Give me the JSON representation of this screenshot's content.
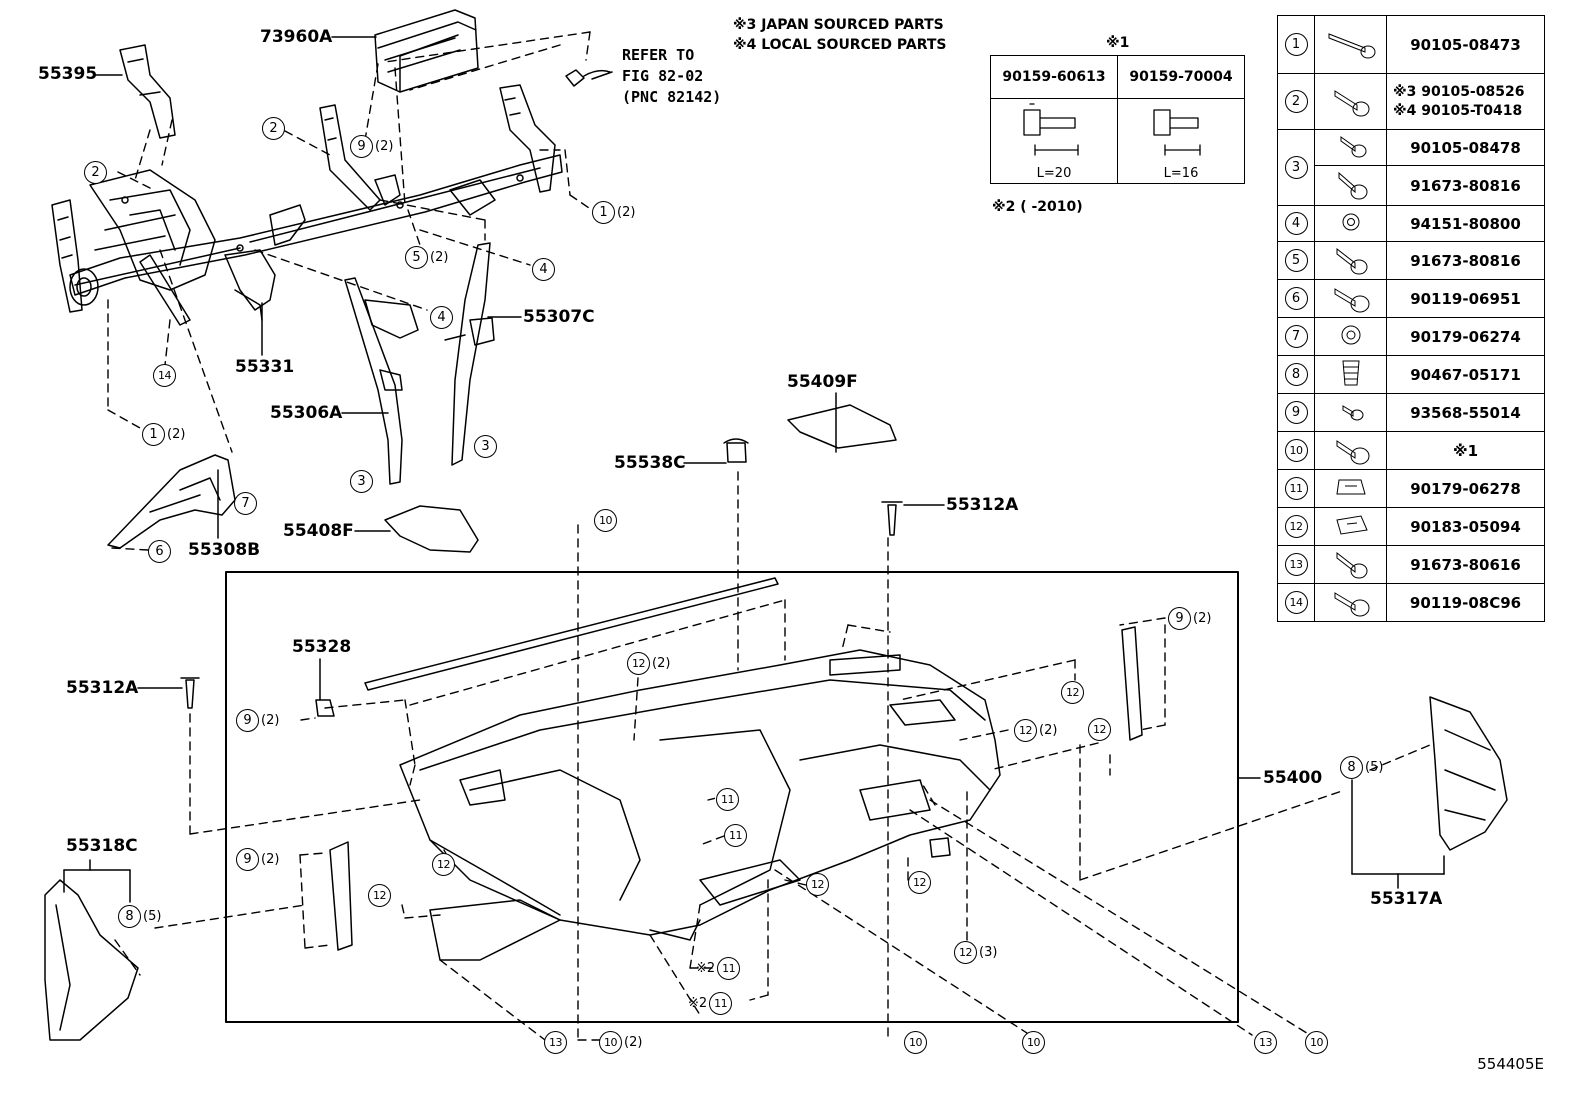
{
  "notes": {
    "japan": "※3 JAPAN SOURCED PARTS",
    "local": "※4 LOCAL SOURCED PARTS",
    "ref": "REFER TO\nFIG 82-02\n(PNC 82142)",
    "bolt_marker": "※1",
    "year_note": "※2 (      -2010)"
  },
  "bolt_table": {
    "parts": [
      "90159-60613",
      "90159-70004"
    ],
    "lengths": [
      "L=20",
      "L=16"
    ]
  },
  "fastener_table": [
    {
      "no": "1",
      "parts": [
        "90105-08473"
      ]
    },
    {
      "no": "2",
      "parts": [
        "※3 90105-08526",
        "※4 90105-T0418"
      ]
    },
    {
      "no": "3",
      "parts": [
        "90105-08478",
        "91673-80816"
      ]
    },
    {
      "no": "4",
      "parts": [
        "94151-80800"
      ]
    },
    {
      "no": "5",
      "parts": [
        "91673-80816"
      ]
    },
    {
      "no": "6",
      "parts": [
        "90119-06951"
      ]
    },
    {
      "no": "7",
      "parts": [
        "90179-06274"
      ]
    },
    {
      "no": "8",
      "parts": [
        "90467-05171"
      ]
    },
    {
      "no": "9",
      "parts": [
        "93568-55014"
      ]
    },
    {
      "no": "10",
      "parts": [
        "※1"
      ]
    },
    {
      "no": "11",
      "parts": [
        "90179-06278"
      ]
    },
    {
      "no": "12",
      "parts": [
        "90183-05094"
      ]
    },
    {
      "no": "13",
      "parts": [
        "91673-80616"
      ]
    },
    {
      "no": "14",
      "parts": [
        "90119-08C96"
      ]
    }
  ],
  "part_labels": {
    "p73960a": "73960A",
    "p55395": "55395",
    "p55331": "55331",
    "p55306a": "55306A",
    "p55307c": "55307C",
    "p55308b": "55308B",
    "p55408f": "55408F",
    "p55409f": "55409F",
    "p55538c": "55538C",
    "p55312a_r": "55312A",
    "p55312a_l": "55312A",
    "p55328": "55328",
    "p55318c": "55318C",
    "p55400": "55400",
    "p55317a": "55317A"
  },
  "callouts": {
    "c1": {
      "n": "9",
      "q": "(2)"
    },
    "c2": {
      "n": "2",
      "q": ""
    },
    "c3": {
      "n": "2",
      "q": ""
    },
    "c4": {
      "n": "1",
      "q": "(2)"
    },
    "c5": {
      "n": "5",
      "q": "(2)"
    },
    "c6": {
      "n": "4",
      "q": ""
    },
    "c7": {
      "n": "4",
      "q": ""
    },
    "c8": {
      "n": "14",
      "q": ""
    },
    "c9": {
      "n": "1",
      "q": "(2)"
    },
    "c10": {
      "n": "3",
      "q": ""
    },
    "c11": {
      "n": "3",
      "q": ""
    },
    "c12": {
      "n": "7",
      "q": ""
    },
    "c13": {
      "n": "6",
      "q": ""
    },
    "c14": {
      "n": "10",
      "q": ""
    },
    "c15": {
      "n": "9",
      "q": "(2)"
    },
    "c16": {
      "n": "9",
      "q": "(2)"
    },
    "c17": {
      "n": "12",
      "q": "(2)"
    },
    "c18": {
      "n": "12",
      "q": ""
    },
    "c19": {
      "n": "12",
      "q": "(2)"
    },
    "c20": {
      "n": "12",
      "q": ""
    },
    "c21": {
      "n": "8",
      "q": "(5)"
    },
    "c22": {
      "n": "11",
      "q": ""
    },
    "c23": {
      "n": "11",
      "q": ""
    },
    "c24": {
      "n": "9",
      "q": "(2)"
    },
    "c25": {
      "n": "12",
      "q": ""
    },
    "c26": {
      "n": "12",
      "q": ""
    },
    "c27": {
      "n": "12",
      "q": ""
    },
    "c28": {
      "n": "12",
      "q": ""
    },
    "c29": {
      "n": "8",
      "q": "(5)"
    },
    "c30": {
      "n": "11",
      "q": "",
      "p": "※2"
    },
    "c31": {
      "n": "11",
      "q": "",
      "p": "※2"
    },
    "c32": {
      "n": "12",
      "q": "(3)"
    },
    "c33": {
      "n": "13",
      "q": ""
    },
    "c34": {
      "n": "10",
      "q": "(2)"
    },
    "c35": {
      "n": "10",
      "q": ""
    },
    "c36": {
      "n": "10",
      "q": ""
    },
    "c37": {
      "n": "13",
      "q": ""
    },
    "c38": {
      "n": "10",
      "q": ""
    }
  },
  "figure_id": "554405E"
}
